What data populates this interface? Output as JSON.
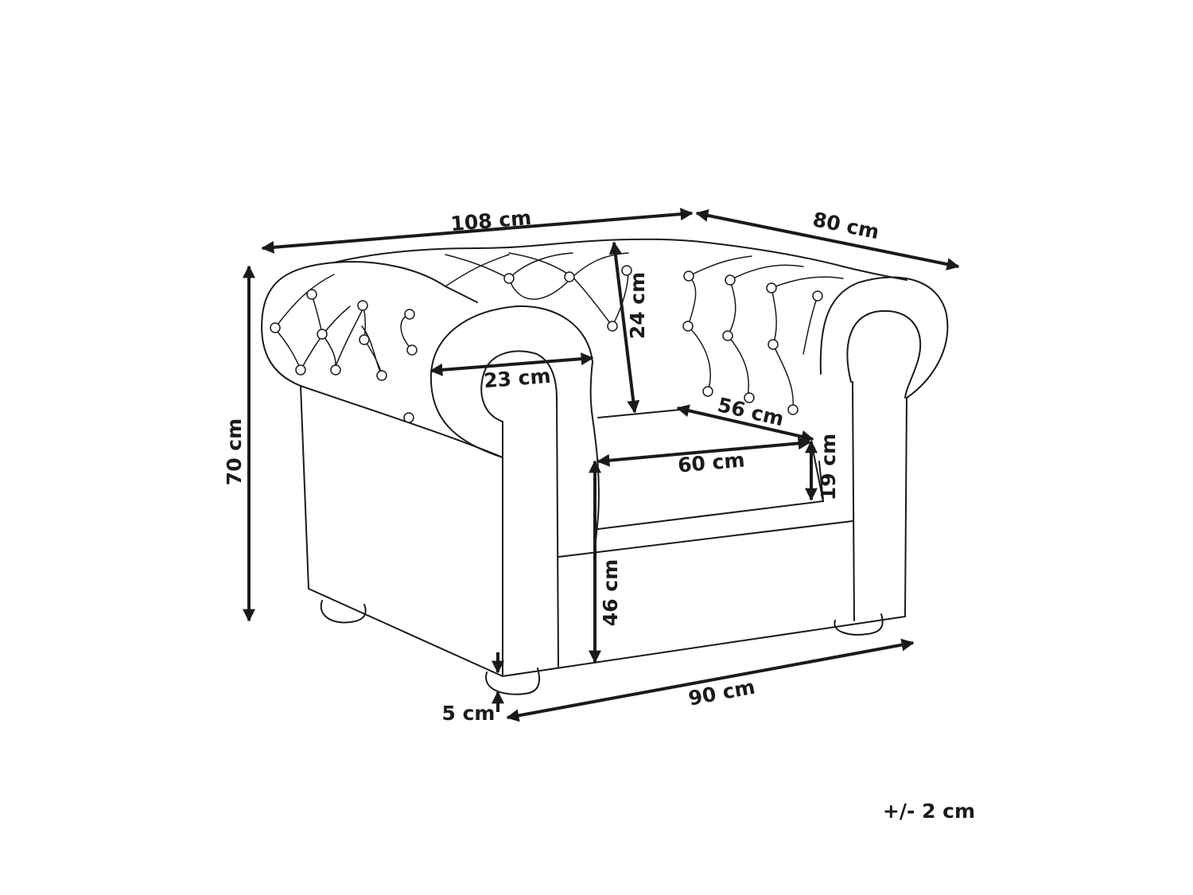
{
  "diagram": {
    "subject": "chesterfield armchair",
    "dimensions": [
      {
        "id": "width",
        "label": "108 cm"
      },
      {
        "id": "depth",
        "label": "80 cm"
      },
      {
        "id": "height",
        "label": "70 cm"
      },
      {
        "id": "backrest_height",
        "label": "24 cm"
      },
      {
        "id": "armrest_width",
        "label": "23 cm"
      },
      {
        "id": "seat_depth",
        "label": "56 cm"
      },
      {
        "id": "seat_width",
        "label": "60 cm"
      },
      {
        "id": "seat_cushion_height",
        "label": "19 cm"
      },
      {
        "id": "seat_height",
        "label": "46 cm"
      },
      {
        "id": "leg_height",
        "label": "5 cm"
      },
      {
        "id": "inner_width",
        "label": "90 cm"
      }
    ],
    "tolerance": "+/- 2 cm"
  }
}
